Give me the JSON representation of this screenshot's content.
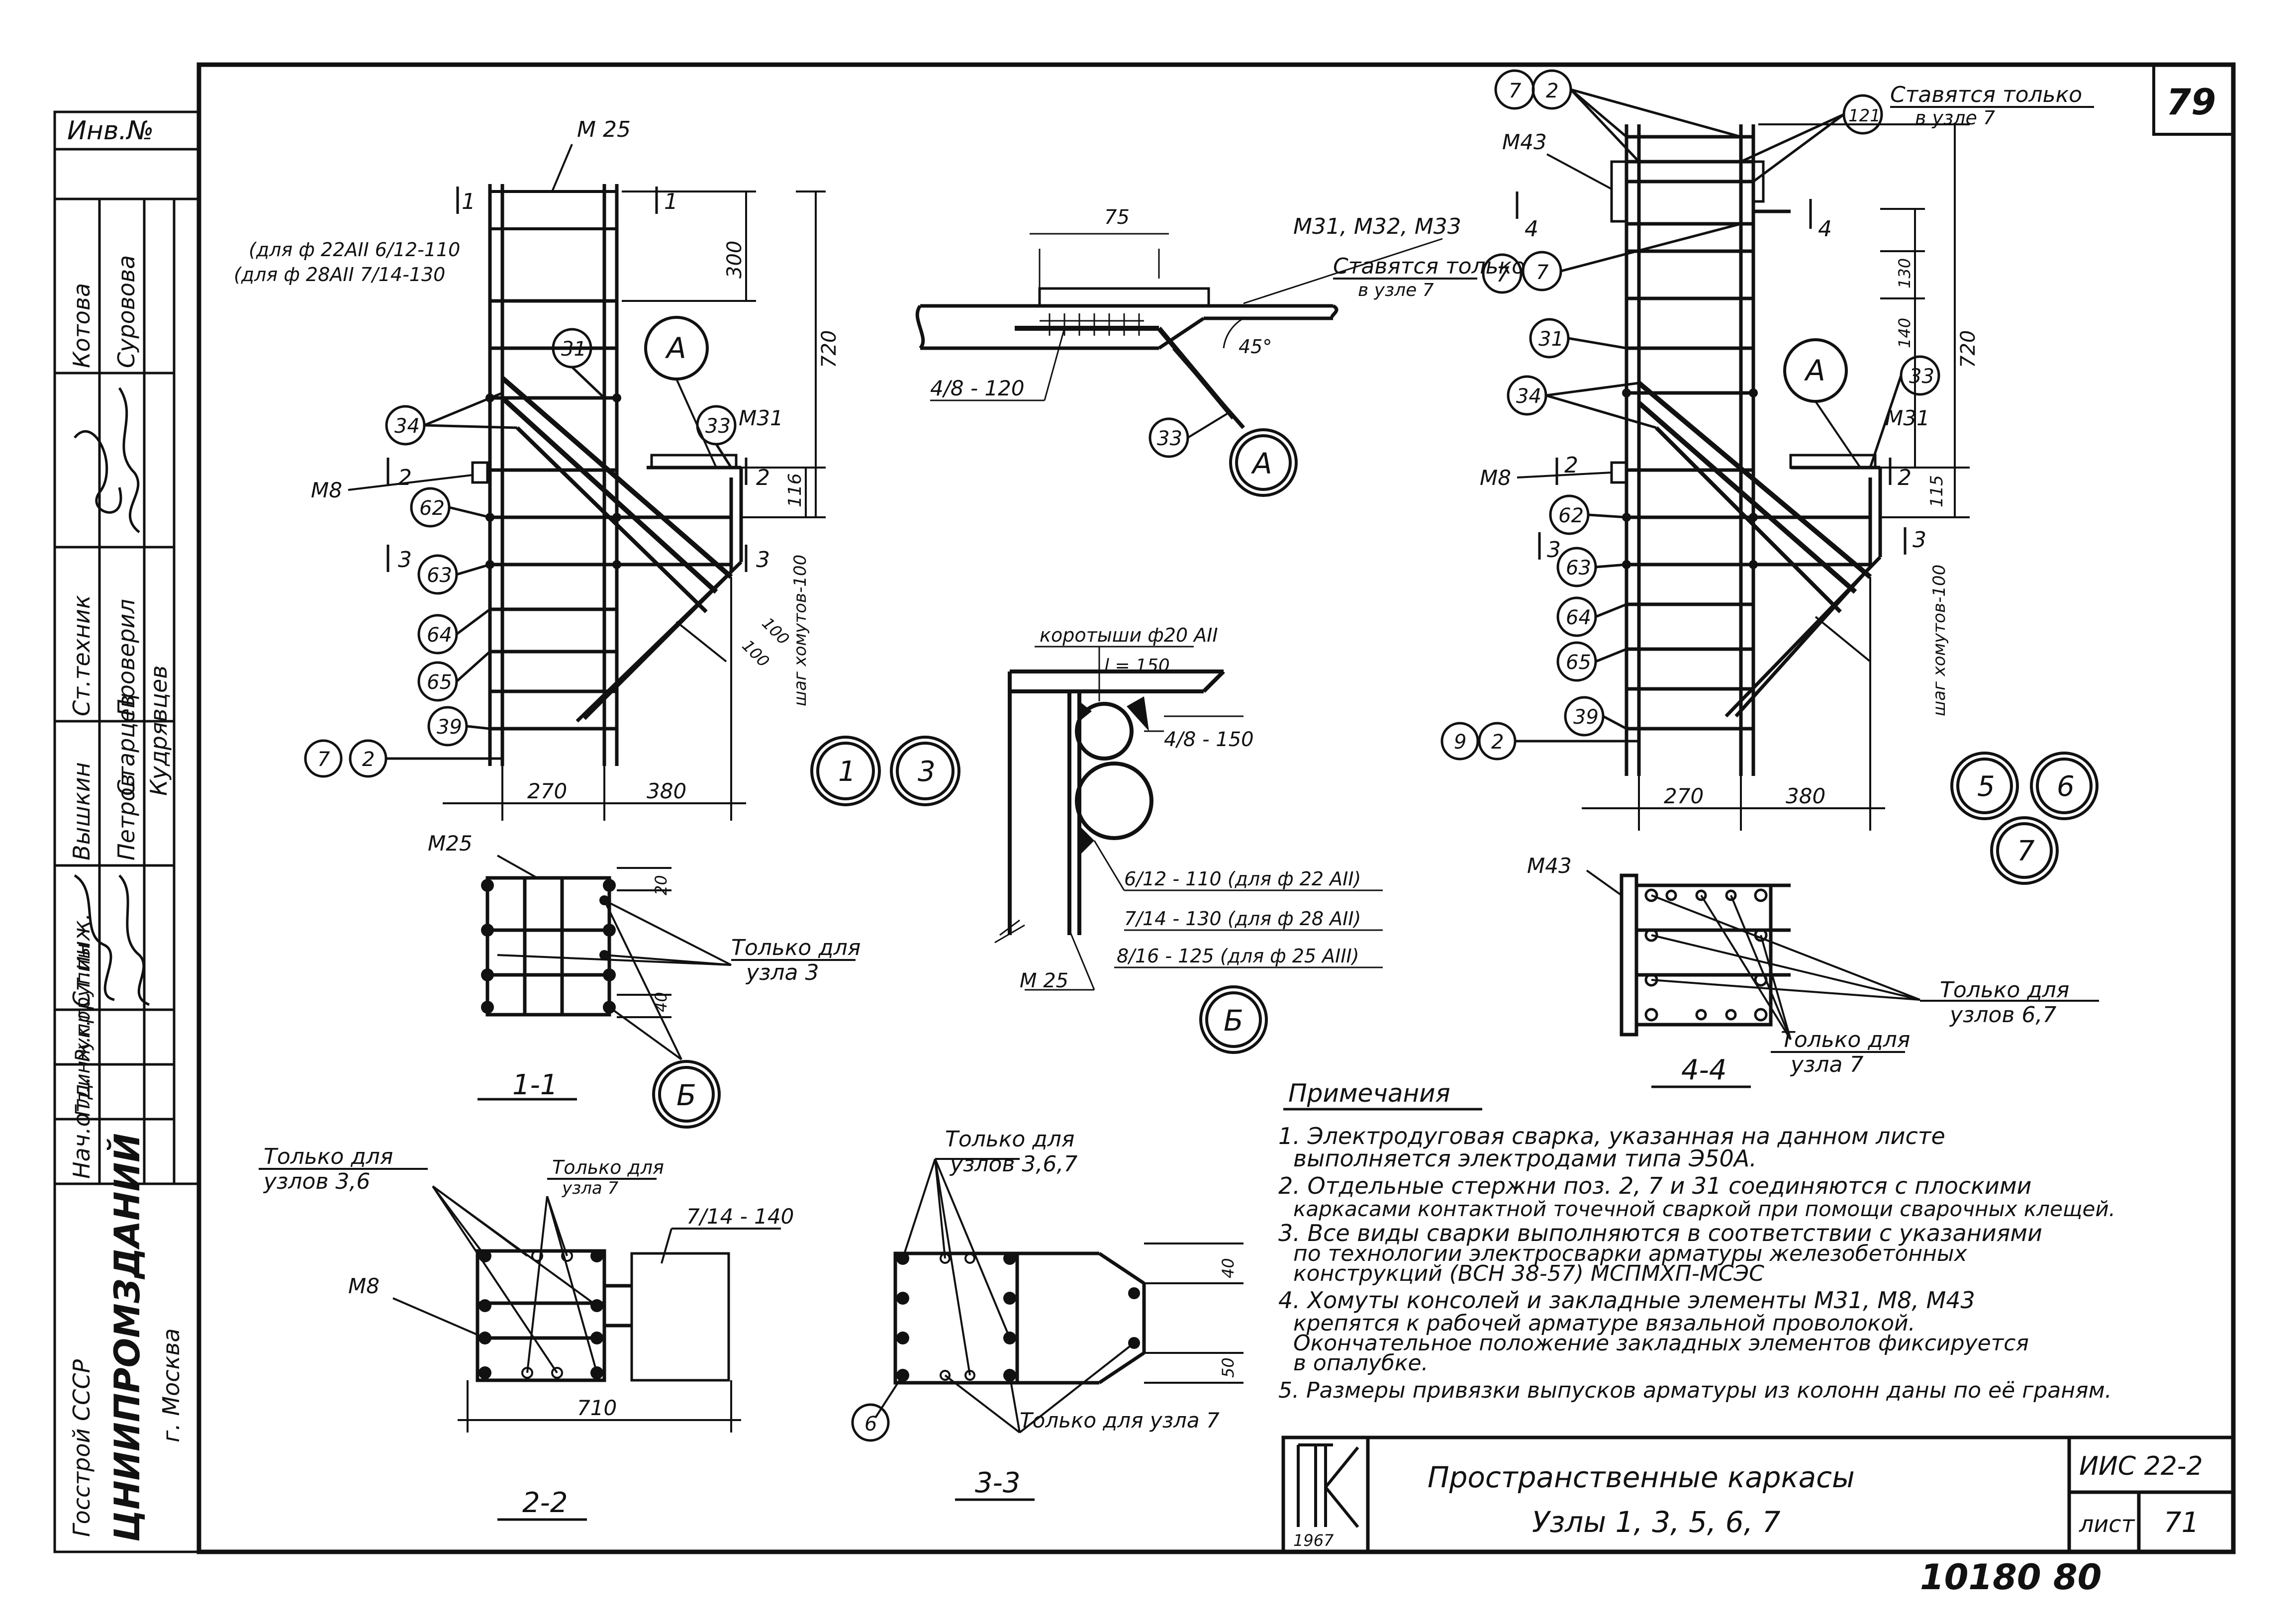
{
  "sheet": {
    "sheet_number_top": "79",
    "handwritten_bottom": "10180  80",
    "inv_label": "Инв.№"
  },
  "stamp_left": {
    "org_top": "Госстрой СССР",
    "org_main": "ЦНИИПРОМЗДАНИЙ",
    "org_city": "г. Москва",
    "roles": [
      "Нач.отд.",
      "Гл.инж.пр.",
      "Рук.группы",
      "Ст.инж.",
      "Ст.техник"
    ],
    "names": [
      "Вышкин",
      "Петров",
      "Старцев",
      "Кудрявцев",
      "Проверил",
      "Котова",
      "Суровова"
    ]
  },
  "title_block": {
    "logo": "ТК",
    "logo_year": "1967",
    "title_line1": "Пространственные каркасы",
    "title_line2": "Узлы 1, 3, 5, 6, 7",
    "series": "ИИС 22-2",
    "sheet_label": "лист",
    "sheet_value": "71"
  },
  "notes": {
    "heading": "Примечания",
    "items": [
      "1. Электродуговая сварка, указанная на данном листе",
      "выполняется электродами типа Э50А.",
      "2. Отдельные стержни поз. 2, 7 и 31 соединяются с плоскими",
      "каркасами контактной точечной сваркой при помощи сварочных клещей.",
      "3. Все виды сварки выполняются в соответствии с указаниями",
      "по технологии электросварки арматуры железобетонных",
      "конструкций (ВСН 38-57) МСПМХП-МСЭС",
      "4. Хомуты консолей и закладные элементы М31, М8, М43",
      "крепятся к рабочей арматуре вязальной проволокой.",
      "Окончательное положение закладных элементов фиксируется",
      "в опалубке.",
      "5. Размеры привязки выпусков арматуры из колонн даны по её граням."
    ]
  },
  "view_left": {
    "m25_top": "М 25",
    "dia_note_1": "(для ф 22АII 6/12-110",
    "dia_note_2": "(для ф 28АII 7/14-130",
    "dim_300": "300",
    "dim_720": "720",
    "dim_116": "116",
    "dim_100a": "100",
    "dim_100b": "100",
    "dim_270": "270",
    "dim_380": "380",
    "step_label": "шаг хомутов-100",
    "m8": "М8",
    "m31": "М31",
    "cut_marks": [
      "1",
      "1",
      "2",
      "2",
      "3",
      "3"
    ],
    "balloons": [
      "31",
      "34",
      "62",
      "63",
      "64",
      "65",
      "39",
      "33",
      "7",
      "2"
    ],
    "detail_a": "А",
    "nodes": [
      "1",
      "3"
    ]
  },
  "view_right": {
    "m43": "М43",
    "only_node7_top_1": "Ставятся только",
    "only_node7_top_2": "в узле 7",
    "dim_720": "720",
    "dim_115": "115",
    "dim_130": "130",
    "dim_140": "140",
    "dim_270": "270",
    "dim_380": "380",
    "step_label": "шаг хомутов-100",
    "m8": "М8",
    "m31": "М31",
    "cut_marks": [
      "4",
      "4",
      "2",
      "2",
      "3",
      "3"
    ],
    "balloons": [
      "7",
      "2",
      "121",
      "7",
      "31",
      "34",
      "62",
      "63",
      "64",
      "65",
      "39",
      "33",
      "9",
      "2"
    ],
    "detail_a": "А",
    "nodes": [
      "5",
      "6",
      "7"
    ]
  },
  "detail_a": {
    "dim_75": "75",
    "refs": "М31, М32, М33",
    "note_1": "Ставятся только",
    "note_2": "в узле 7",
    "angle": "45°",
    "weld": "4/8 - 120",
    "balloon_7": "7",
    "balloon_33": "33",
    "label": "А"
  },
  "detail_b": {
    "short_bars": "коротыши ф20 АII",
    "length": "l = 150",
    "weld_1": "4/8 - 150",
    "weld_2": "6/12 - 110 (для ф 22 АII)",
    "weld_3": "7/14 - 130 (для ф 28 АII)",
    "weld_4": "8/16 - 125 (для ф 25 АIII)",
    "m25": "М 25",
    "label": "Б"
  },
  "section_11": {
    "m25": "М25",
    "only_label_1": "Только для",
    "only_label_2": "узла 3",
    "dim_20": "20",
    "dim_40": "40",
    "title": "1-1",
    "balloon": "Б"
  },
  "section_44": {
    "m43": "М43",
    "only_1": "Только для",
    "only_2": "узлов 6,7",
    "only_3": "Только для",
    "only_4": "узла 7",
    "title": "4-4"
  },
  "section_22": {
    "only_1": "Только для",
    "only_2": "узлов 3,6",
    "only_3": "Только для",
    "only_4": "узла 7",
    "m8": "М8",
    "weld": "7/14 - 140",
    "dim_710": "710",
    "title": "2-2"
  },
  "section_33": {
    "only_1": "Только для",
    "only_2": "узлов 3,6,7",
    "only_3": "Только для узла 7",
    "dim_40": "40",
    "dim_50": "50",
    "balloon": "6",
    "title": "3-3"
  }
}
